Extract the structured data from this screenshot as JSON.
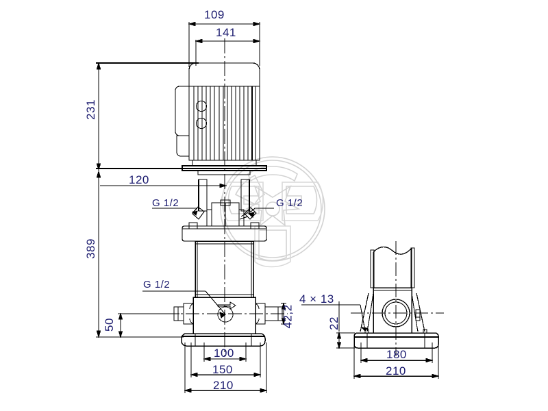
{
  "drawing": {
    "kind": "engineering-dimension-drawing",
    "subject": "vertical multistage centrifugal pump",
    "views": [
      "front-elevation",
      "side-elevation-base"
    ],
    "line_color": "#000000",
    "dim_text_color": "#1a1a6e",
    "watermark_color": "#cfcfcf",
    "background": "#ffffff"
  },
  "dimensions": {
    "motor_top_width_109": "109",
    "motor_body_width_141": "141",
    "motor_height_231": "231",
    "port_centre_offset_120": "120",
    "pump_height_389": "389",
    "port_height_50": "50",
    "port_od_42_2": "42,2",
    "bolt_circle_100": "100",
    "base_bolt_span_150": "150",
    "base_width_210": "210",
    "base_plate_width_180": "180",
    "base_thickness_22": "22",
    "bolt_holes_4x13": "4 × 13",
    "side_base_width_210": "210"
  },
  "callouts": {
    "plug_left": "G 1/2",
    "plug_right": "G 1/2",
    "drain_lower": "G 1/2"
  },
  "watermark": {
    "name": "grundfos-logo-watermark",
    "visible": true
  }
}
